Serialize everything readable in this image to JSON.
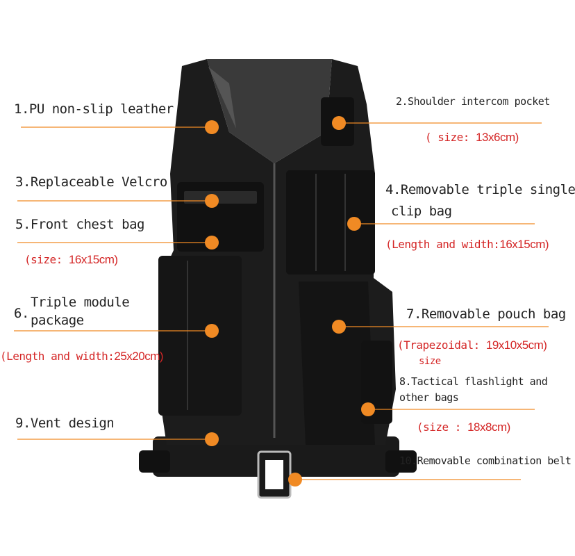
{
  "colors": {
    "accent": "#f08a24",
    "dimension_text": "#d42626",
    "vest": "#1c1c1c"
  },
  "callouts": [
    {
      "id": "c1",
      "text": "1.PU non-slip leather"
    },
    {
      "id": "c2",
      "text": "2.Shoulder intercom pocket",
      "size_prefix": "( size:",
      "size_value": "13x6cm)"
    },
    {
      "id": "c3",
      "text": "3.Replaceable Velcro"
    },
    {
      "id": "c4",
      "text_line1": "4.Removable triple single",
      "text_line2": "clip bag",
      "size_prefix": "(Length and width:",
      "size_value": "16x15cm)"
    },
    {
      "id": "c5",
      "text": "5.Front chest bag",
      "size_prefix": "(size:",
      "size_value": "16x15cm)"
    },
    {
      "id": "c6",
      "num": "6.",
      "text_line1": "Triple module",
      "text_line2": "package",
      "size_prefix": "(Length and width:",
      "size_value": "25x20cm)"
    },
    {
      "id": "c7",
      "text": "7.Removable pouch bag",
      "size_prefix": "(Trapezoidal:",
      "size_value": "19x10x5cm)",
      "size_suffix": "size"
    },
    {
      "id": "c8",
      "text_line1": "8.Tactical flashlight and",
      "text_line2": "other bags",
      "size_prefix": "(size :",
      "size_value": "18x8cm)"
    },
    {
      "id": "c9",
      "text": "9.Vent design"
    },
    {
      "id": "c10",
      "text": "10.Removable combination belt"
    }
  ]
}
